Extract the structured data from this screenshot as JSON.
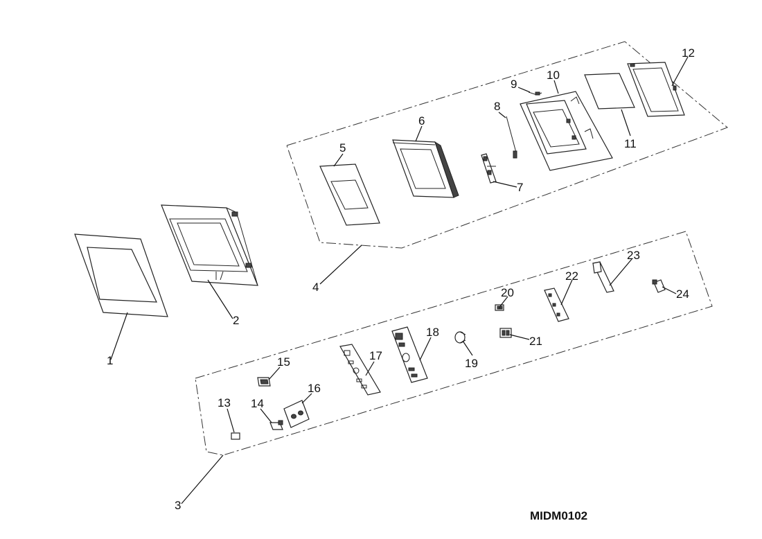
{
  "drawing_id": "MIDM0102",
  "callouts": {
    "c1": "1",
    "c2": "2",
    "c3": "3",
    "c4": "4",
    "c5": "5",
    "c6": "6",
    "c7": "7",
    "c8": "8",
    "c9": "9",
    "c10": "10",
    "c11": "11",
    "c12": "12",
    "c13": "13",
    "c14": "14",
    "c15": "15",
    "c16": "16",
    "c17": "17",
    "c18": "18",
    "c19": "19",
    "c20": "20",
    "c21": "21",
    "c22": "22",
    "c23": "23",
    "c24": "24"
  }
}
